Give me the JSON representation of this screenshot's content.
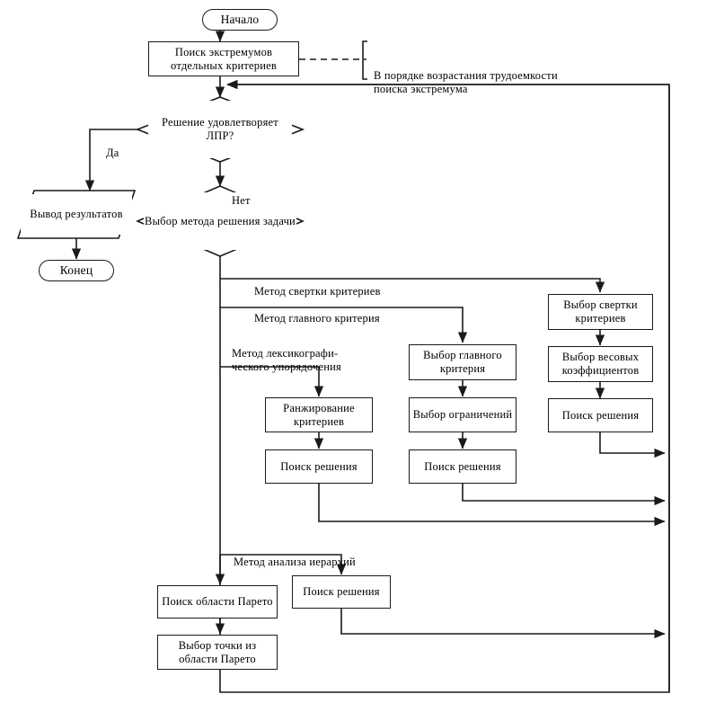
{
  "diagram": {
    "title": "Блок-схема выбора метода решения многокритериальной задачи",
    "nodes": {
      "start": "Начало",
      "search_extrema": "Поиск экстремумов\nотдельных  критериев",
      "decision_lpr": "Решение\nудовлетворяет\nЛПР?",
      "output_results": "Вывод\nрезультатов",
      "end": "Конец",
      "choose_method": "Выбор\nметода решения\nзадачи",
      "choose_convolution": "Выбор свертки\nкритериев",
      "choose_weights": "Выбор весовых\nкоэффициентов",
      "search_solution_conv": "Поиск\nрешения",
      "choose_main_criterion": "Выбор главного\nкритерия",
      "choose_constraints": "Выбор\nограничений",
      "search_solution_main": "Поиск\nрешения",
      "ranking_criteria": "Ранжирование\nкритериев",
      "search_solution_lex": "Поиск\nрешения",
      "search_solution_ahp": "Поиск\nрешения",
      "search_pareto": "Поиск области\nПарето",
      "choose_pareto_point": "Выбор точки из\nобласти Парето"
    },
    "edge_labels": {
      "yes": "Да",
      "no": "Нет",
      "method_convolution": "Метод свертки критериев",
      "method_main_criterion": "Метод главного критерия",
      "method_lexicographic": "Метод лексикографи-\nческого упорядочения",
      "method_ahp": "Метод анализа иерархий"
    },
    "annotations": {
      "order_note": "В порядке возрастания трудоемкости\nпоиска экстремума"
    },
    "colors": {
      "stroke": "#1a1a1a",
      "text": "#000000",
      "background": "#ffffff"
    }
  }
}
